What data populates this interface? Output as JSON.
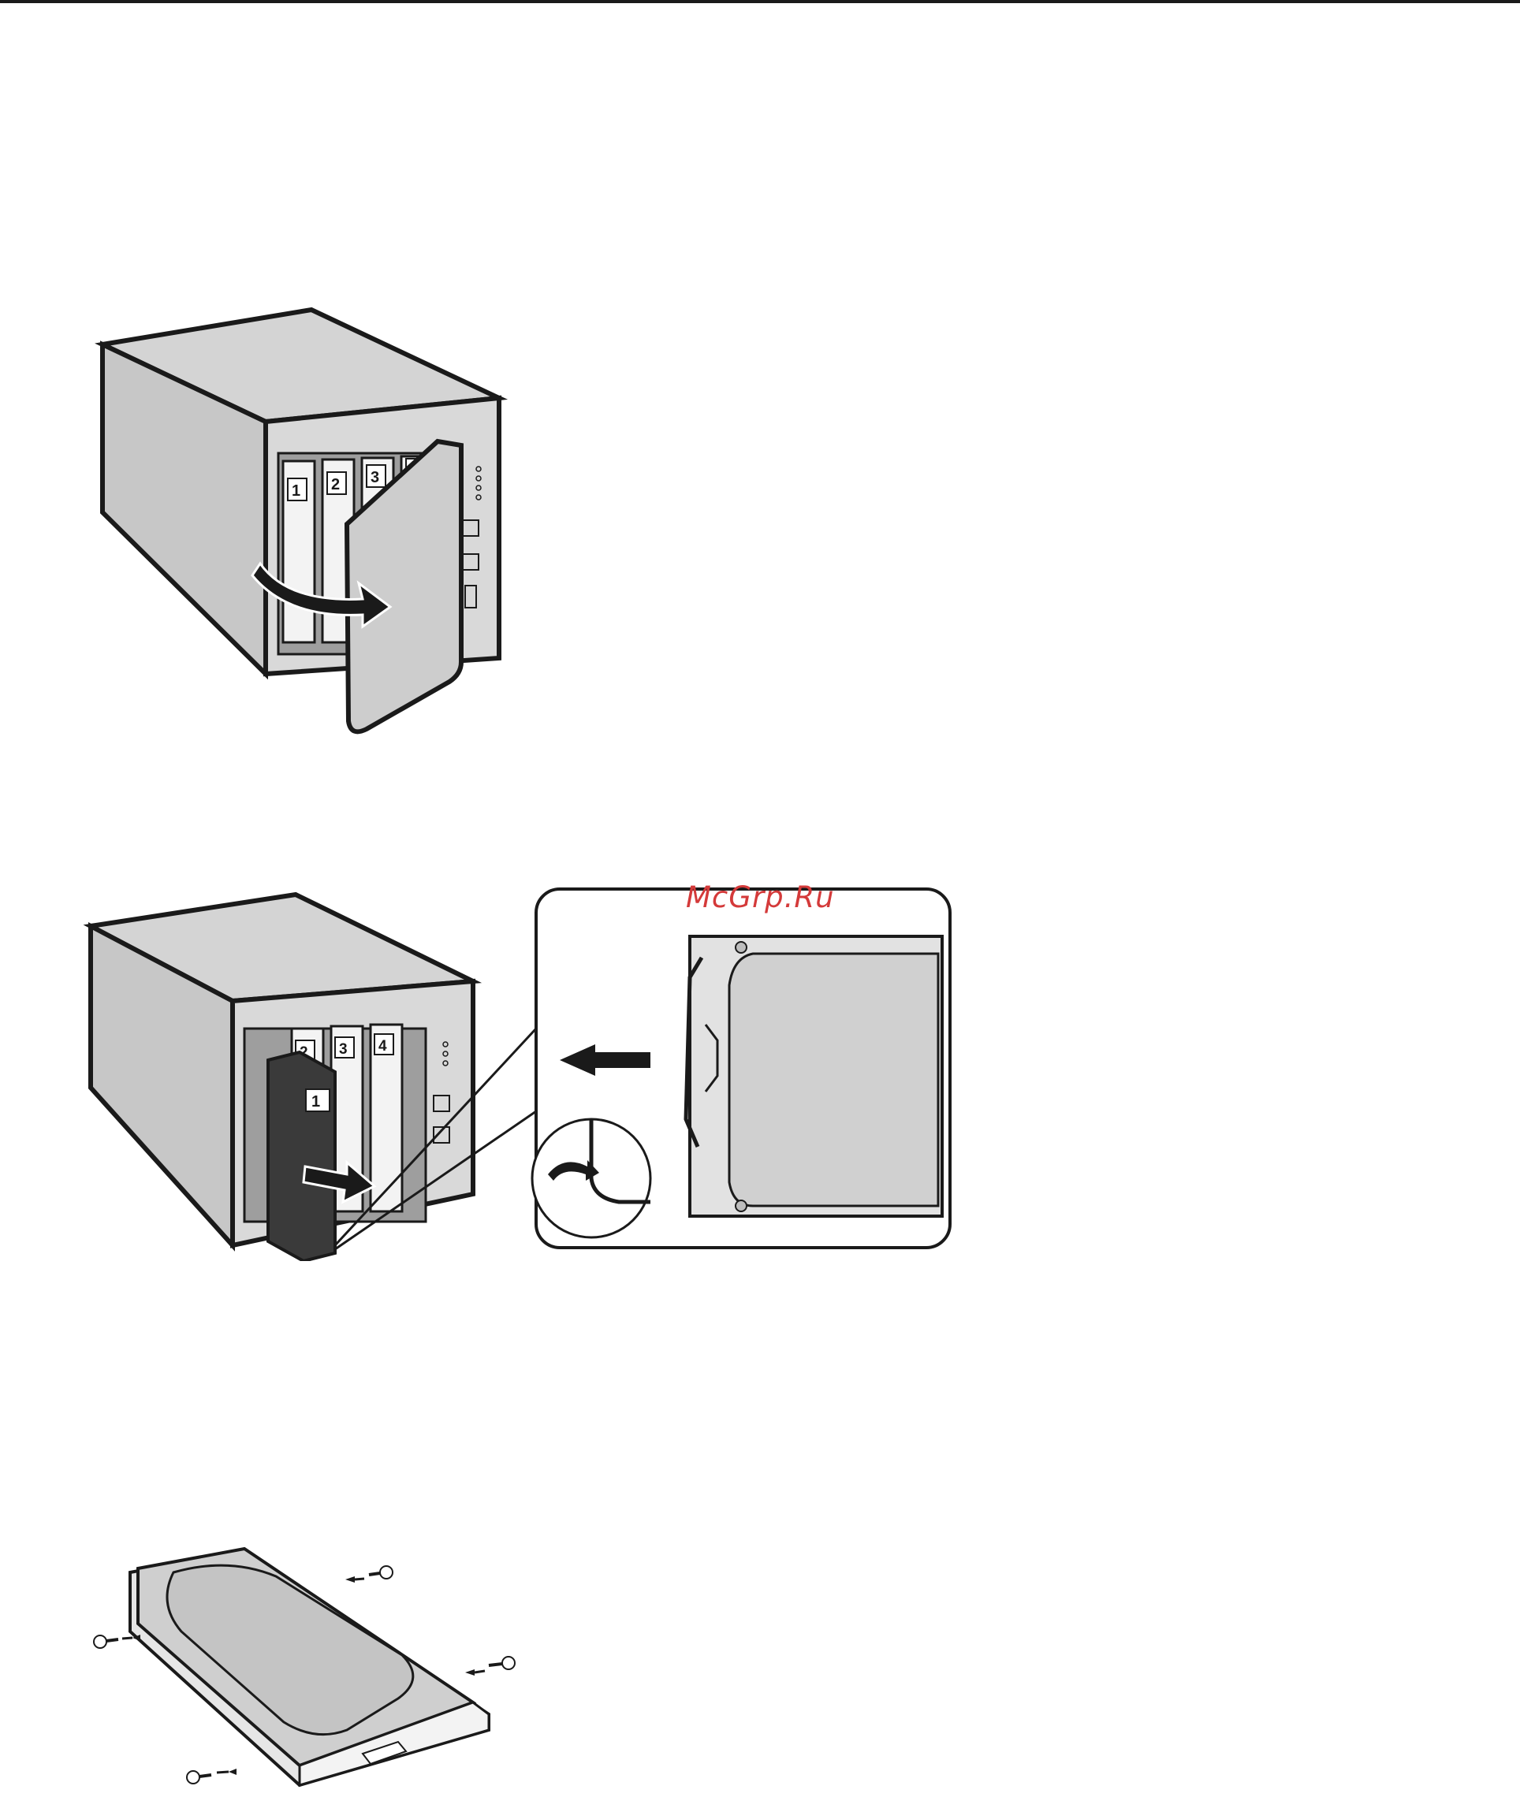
{
  "watermark": "McGrp.Ru",
  "figure1": {
    "bay_numbers": [
      "1",
      "2",
      "3",
      "4"
    ]
  },
  "figure2": {
    "bay_numbers": [
      "1",
      "2",
      "3",
      "4"
    ]
  },
  "colors": {
    "case": "#cfcfcf",
    "case_dark": "#b9b9b9",
    "outline": "#1a1a1a",
    "watermark": "#d43a3a"
  }
}
